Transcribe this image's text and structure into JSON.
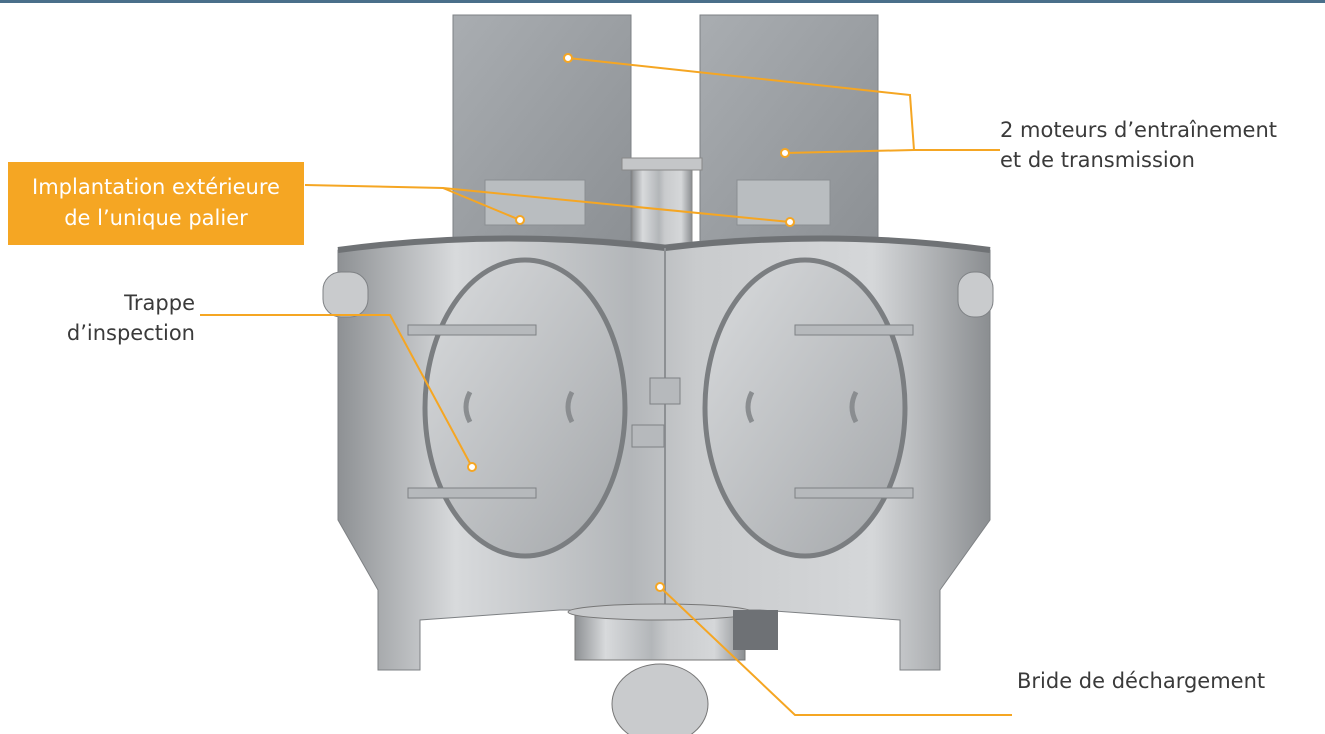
{
  "labels": {
    "motors": [
      "2 moteurs d’entraînement",
      "et de transmission"
    ],
    "bearing": [
      "Implantation extérieure",
      "de l’unique palier"
    ],
    "trap": [
      "Trappe",
      "d’inspection"
    ],
    "flange": "Bride de déchargement"
  },
  "colors": {
    "accent": "#f5a623",
    "top_bar": "#4a6f8a",
    "steel": "#b9bcbf",
    "motor_box": "#9a9ea2"
  }
}
